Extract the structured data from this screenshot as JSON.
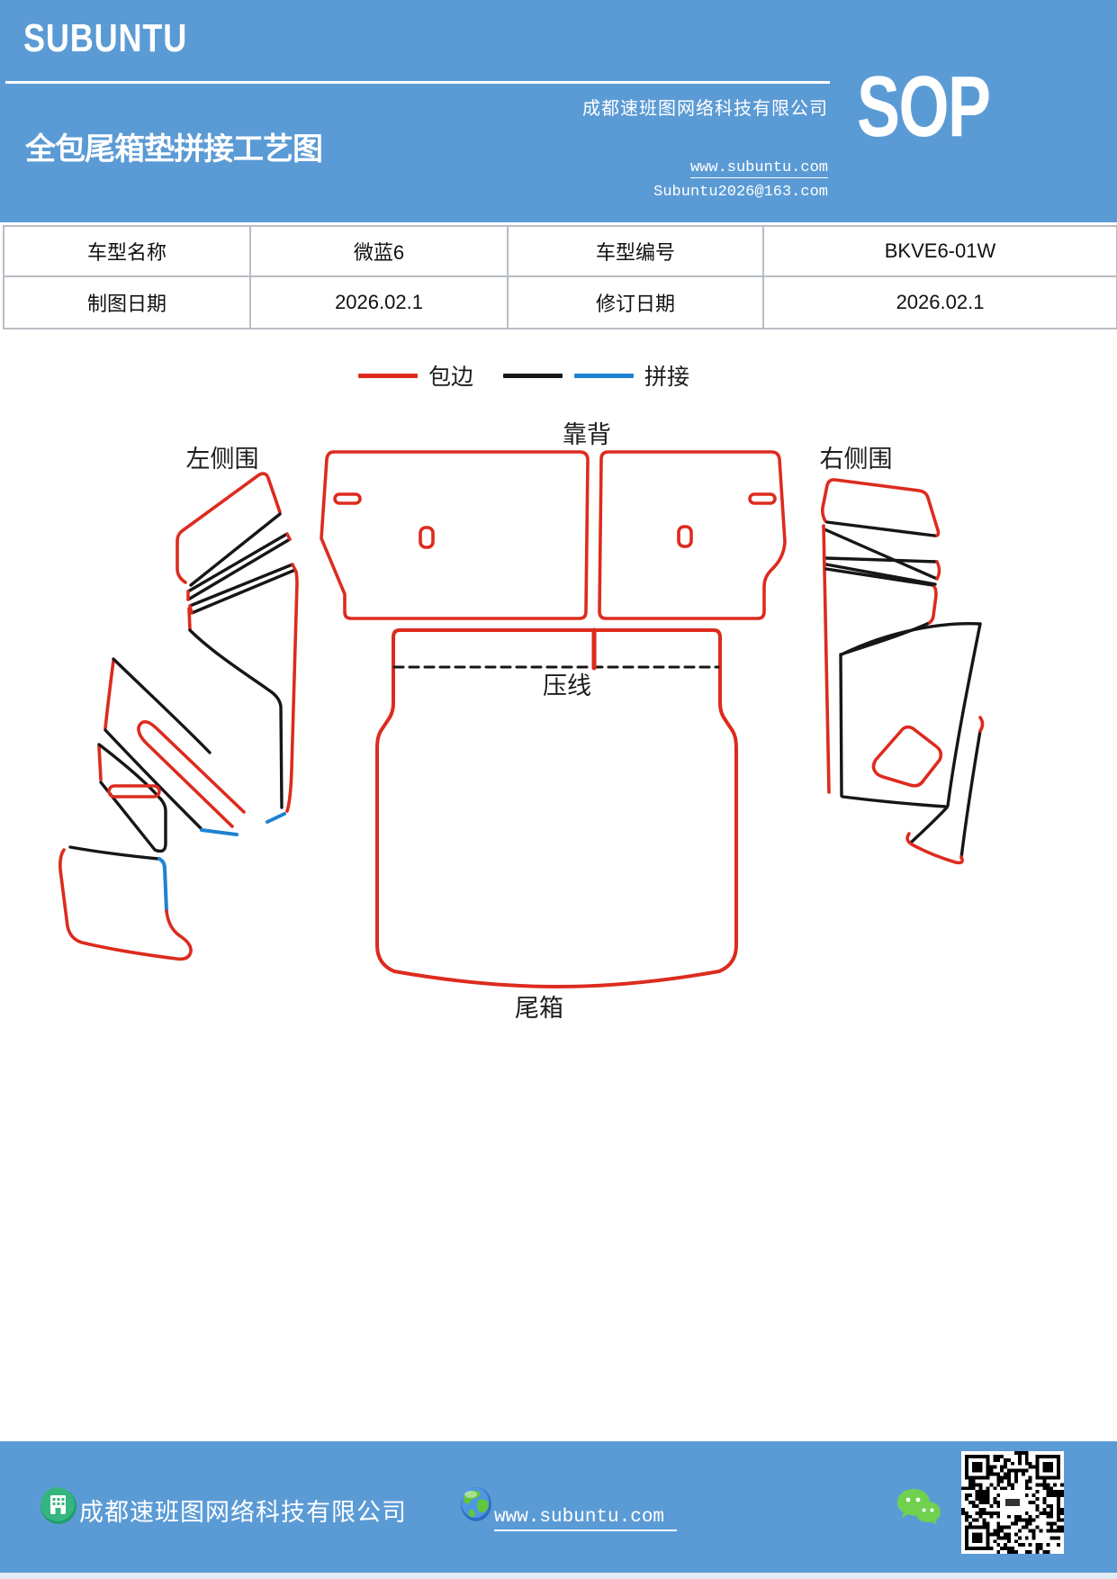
{
  "header": {
    "logo": "SUBUNTU",
    "title": "全包尾箱垫拼接工艺图",
    "company": "成都速班图网络科技有限公司",
    "website": "www.subuntu.com",
    "email": "Subuntu2026@163.com",
    "sop": "SOP"
  },
  "info_table": {
    "rows": [
      [
        "车型名称",
        "微蓝6",
        "车型编号",
        "BKVE6-01W"
      ],
      [
        "制图日期",
        "2026.02.1",
        "修订日期",
        "2026.02.1"
      ]
    ]
  },
  "legend": {
    "binding_label": "包边",
    "splice_label": "拼接"
  },
  "diagram": {
    "labels": {
      "left_side": "左侧围",
      "backrest": "靠背",
      "right_side": "右侧围",
      "crease": "压线",
      "trunk": "尾箱"
    }
  },
  "footer": {
    "company": "成都速班图网络科技有限公司",
    "website": "www.subuntu.com"
  },
  "colors": {
    "header_blue": "#5b9bd5",
    "binding_red": "#dd2b1e",
    "splice_blue": "#1e82d2",
    "outline_black": "#161616"
  }
}
